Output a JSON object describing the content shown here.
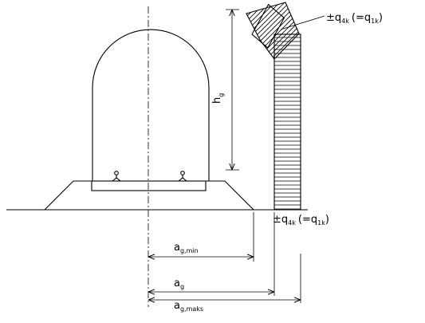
{
  "labels": {
    "load_top": "±q",
    "load_top_sub": "4k",
    "load_top_eq": "(=q",
    "load_top_eq_sub": "1k",
    "load_top_close": ")",
    "load_bottom": "±q",
    "load_bottom_sub": "4k",
    "load_bottom_eq": "(=q",
    "load_bottom_eq_sub": "1k",
    "load_bottom_close": ")",
    "height": "h",
    "height_sub": "g",
    "dim_min": "a",
    "dim_min_sub": "g,min",
    "dim_nom": "a",
    "dim_nom_sub": "g",
    "dim_max": "a",
    "dim_max_sub": "g,maks"
  }
}
